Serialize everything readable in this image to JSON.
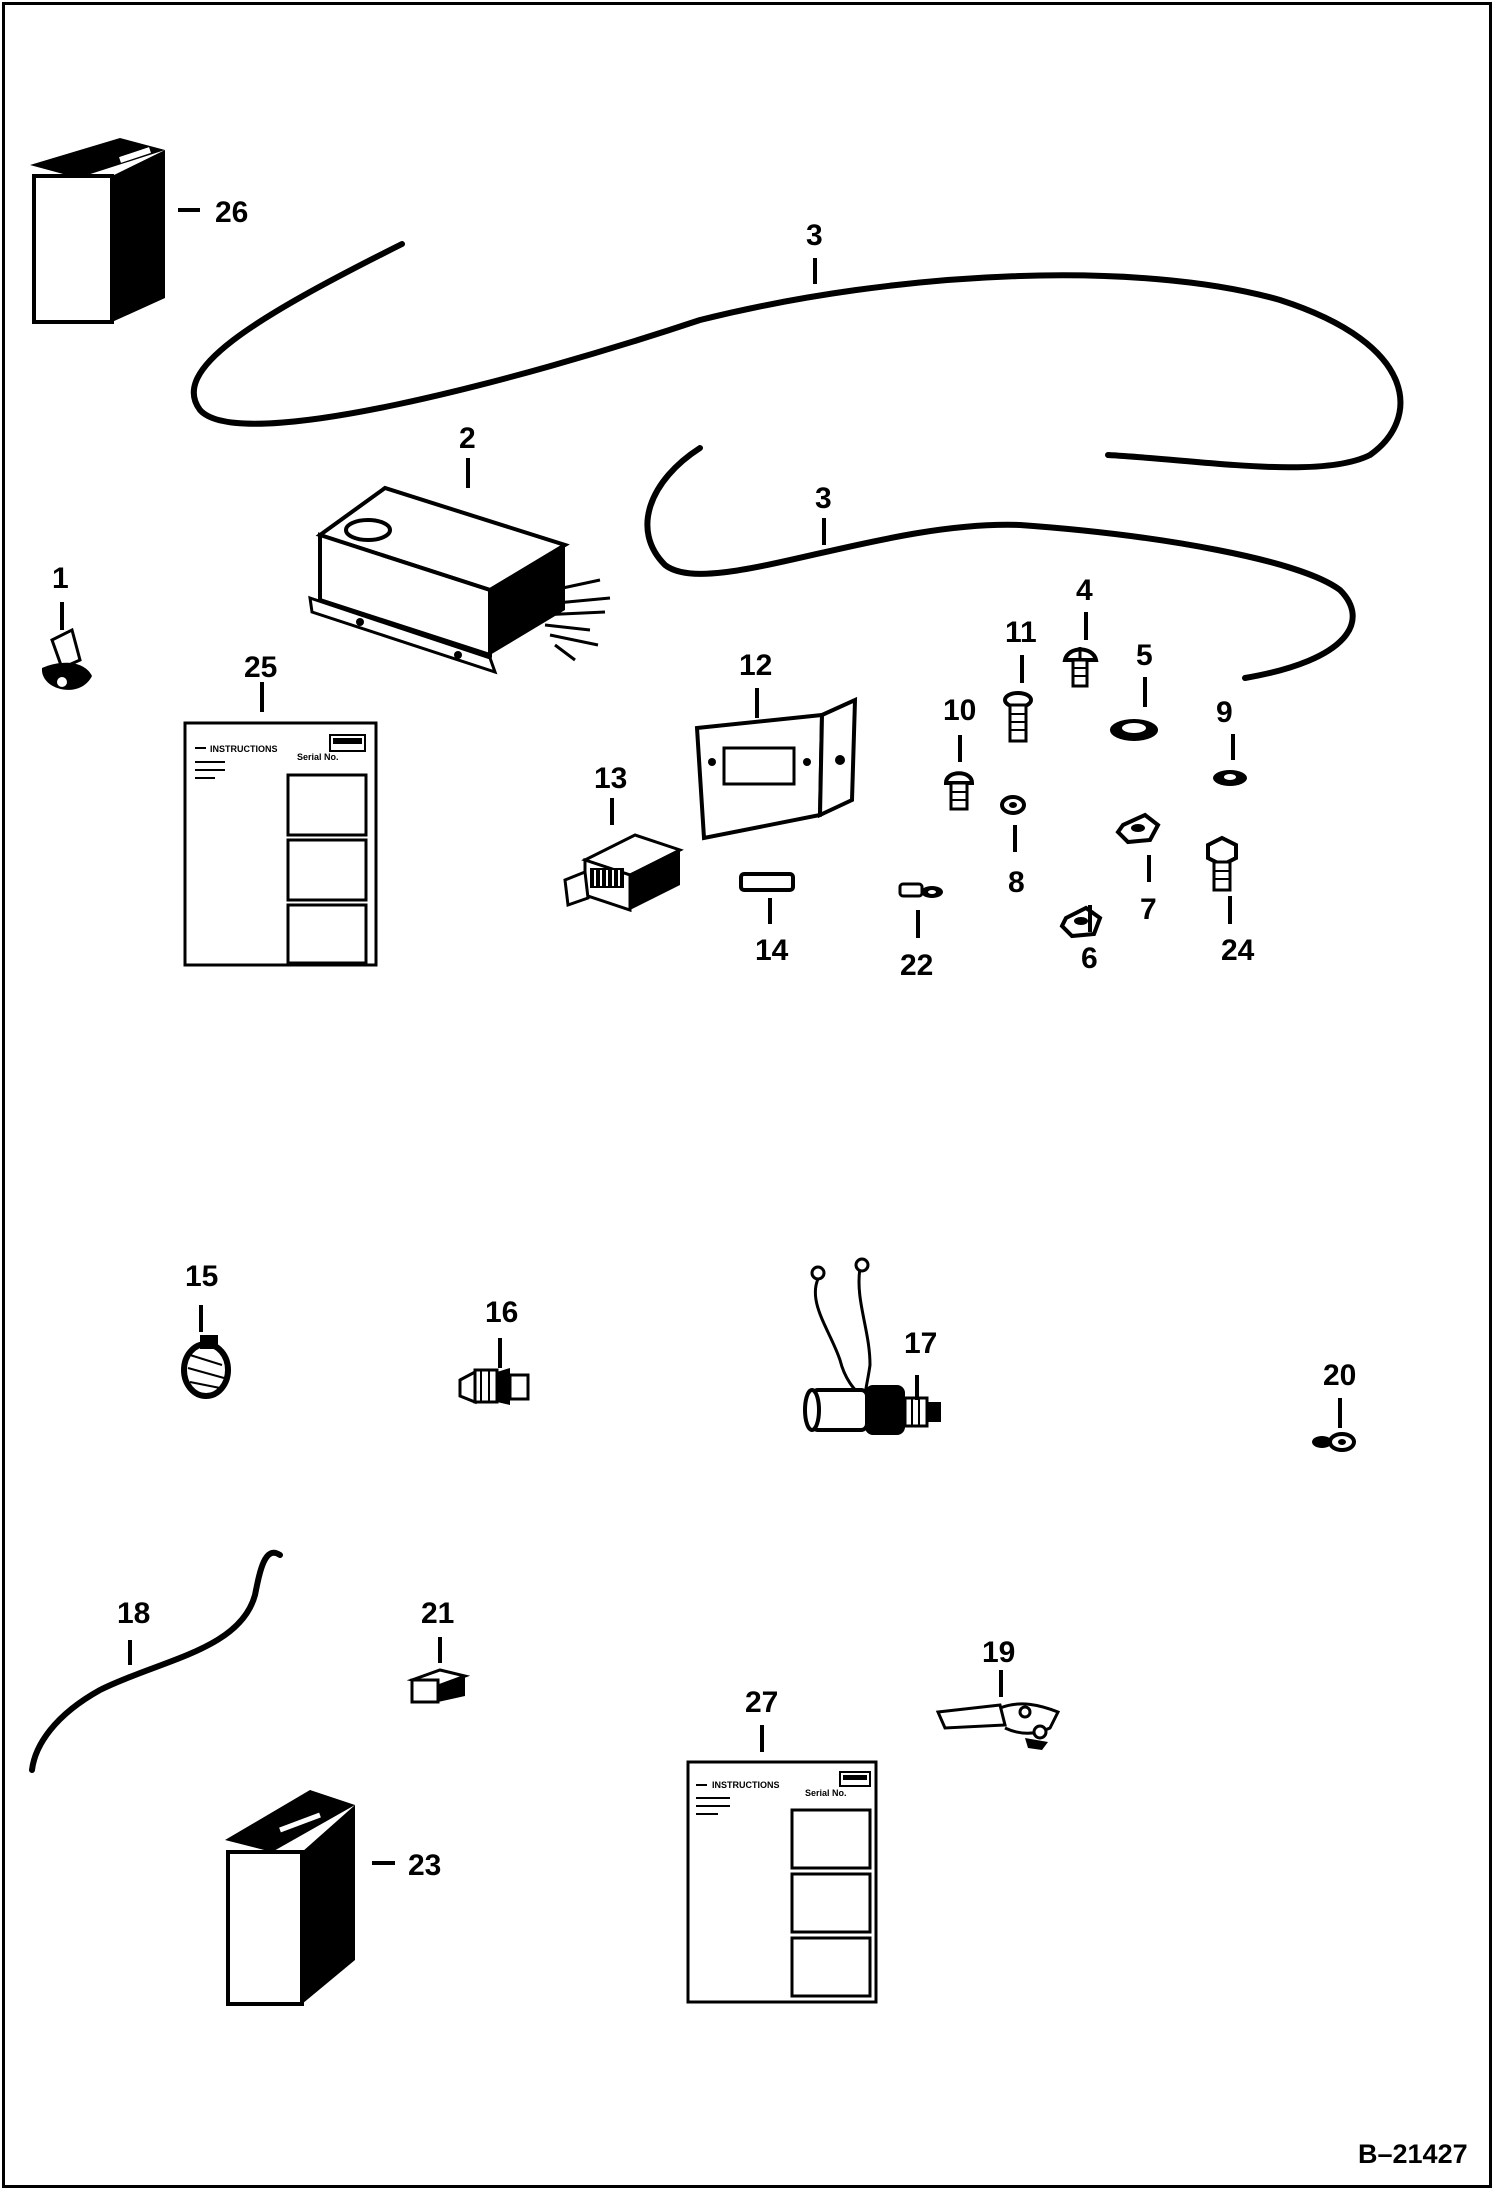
{
  "drawing": {
    "reference": "B–21427",
    "labels": [
      "1",
      "2",
      "3",
      "3",
      "4",
      "5",
      "6",
      "7",
      "8",
      "9",
      "10",
      "11",
      "12",
      "13",
      "14",
      "15",
      "16",
      "17",
      "18",
      "19",
      "20",
      "21",
      "22",
      "23",
      "24",
      "25",
      "26",
      "27"
    ],
    "sheet_heading": "INSTRUCTIONS",
    "sheet_field_right": "Serial No."
  },
  "icons": [
    "box-icon",
    "wire-harness-icon",
    "control-module-icon",
    "clip-icon",
    "instruction-sheet-icon",
    "bracket-icon",
    "relay-connector-icon",
    "bolt-icon",
    "washer-icon",
    "nut-icon",
    "fuse-icon",
    "hose-clamp-icon",
    "fitting-icon",
    "pressure-switch-icon",
    "terminal-icon"
  ]
}
